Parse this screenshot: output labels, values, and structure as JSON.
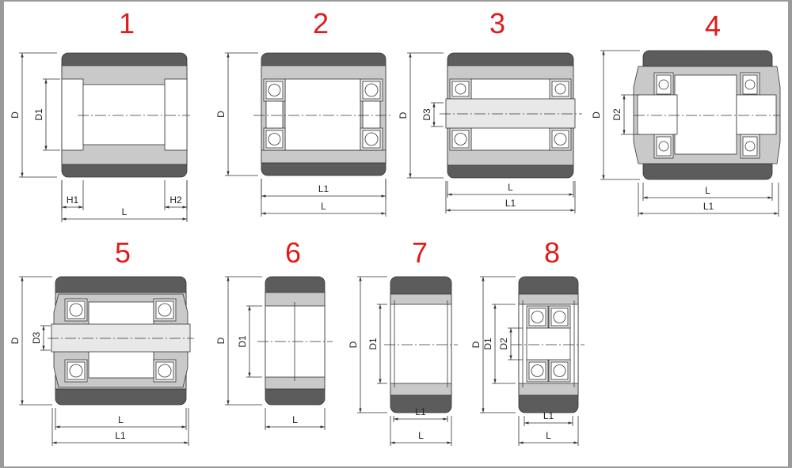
{
  "colors": {
    "tire": "#5c5c5c",
    "hub": "#c9c9c9",
    "line": "#333333",
    "number": "#e01b1b",
    "frame": "#9a9a9a"
  },
  "drawings": [
    {
      "number": "1",
      "labels": {
        "D": "D",
        "D1": "D1",
        "H1": "H1",
        "H2": "H2",
        "L": "L"
      }
    },
    {
      "number": "2",
      "labels": {
        "D": "D",
        "L1": "L1",
        "L": "L"
      }
    },
    {
      "number": "3",
      "labels": {
        "D": "D",
        "D3": "D3",
        "L": "L",
        "L1": "L1"
      }
    },
    {
      "number": "4",
      "labels": {
        "D": "D",
        "D2": "D2",
        "L": "L",
        "L1": "L1"
      }
    },
    {
      "number": "5",
      "labels": {
        "D": "D",
        "D3": "D3",
        "L": "L",
        "L1": "L1"
      }
    },
    {
      "number": "6",
      "labels": {
        "D": "D",
        "D1": "D1",
        "L": "L"
      }
    },
    {
      "number": "7",
      "labels": {
        "D": "D",
        "D1": "D1",
        "L1": "L1",
        "L": "L"
      }
    },
    {
      "number": "8",
      "labels": {
        "D": "D",
        "D1": "D1",
        "D2": "D2",
        "L1": "L1",
        "L": "L"
      }
    }
  ]
}
